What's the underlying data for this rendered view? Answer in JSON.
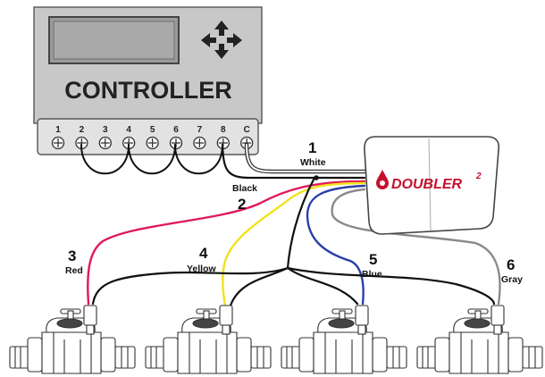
{
  "controller": {
    "title": "CONTROLLER",
    "terminals": [
      "1",
      "2",
      "3",
      "4",
      "5",
      "6",
      "7",
      "8",
      "C"
    ]
  },
  "doubler": {
    "brand": "DOUBLER",
    "superscript": "2"
  },
  "wires": {
    "w1": {
      "number": "1",
      "color_name": "White",
      "hex": "#ffffff"
    },
    "w2": {
      "number": "2",
      "color_name": "Black",
      "hex": "#111111"
    },
    "w3": {
      "number": "3",
      "color_name": "Red",
      "hex": "#e0185a"
    },
    "w4": {
      "number": "4",
      "color_name": "Yellow",
      "hex": "#f2e21a"
    },
    "w5": {
      "number": "5",
      "color_name": "Blue",
      "hex": "#2b3fa8"
    },
    "w6": {
      "number": "6",
      "color_name": "Gray",
      "hex": "#8a8a8a"
    }
  },
  "colors": {
    "controller_body": "#c8c8c8",
    "terminal_strip": "#e2e2e2",
    "doubler_logo": "#c4122e"
  },
  "icons": {
    "controller_nav": "four-way-arrow-icon",
    "doubler_mark": "drop-logo-icon",
    "valve": "valve-icon"
  }
}
